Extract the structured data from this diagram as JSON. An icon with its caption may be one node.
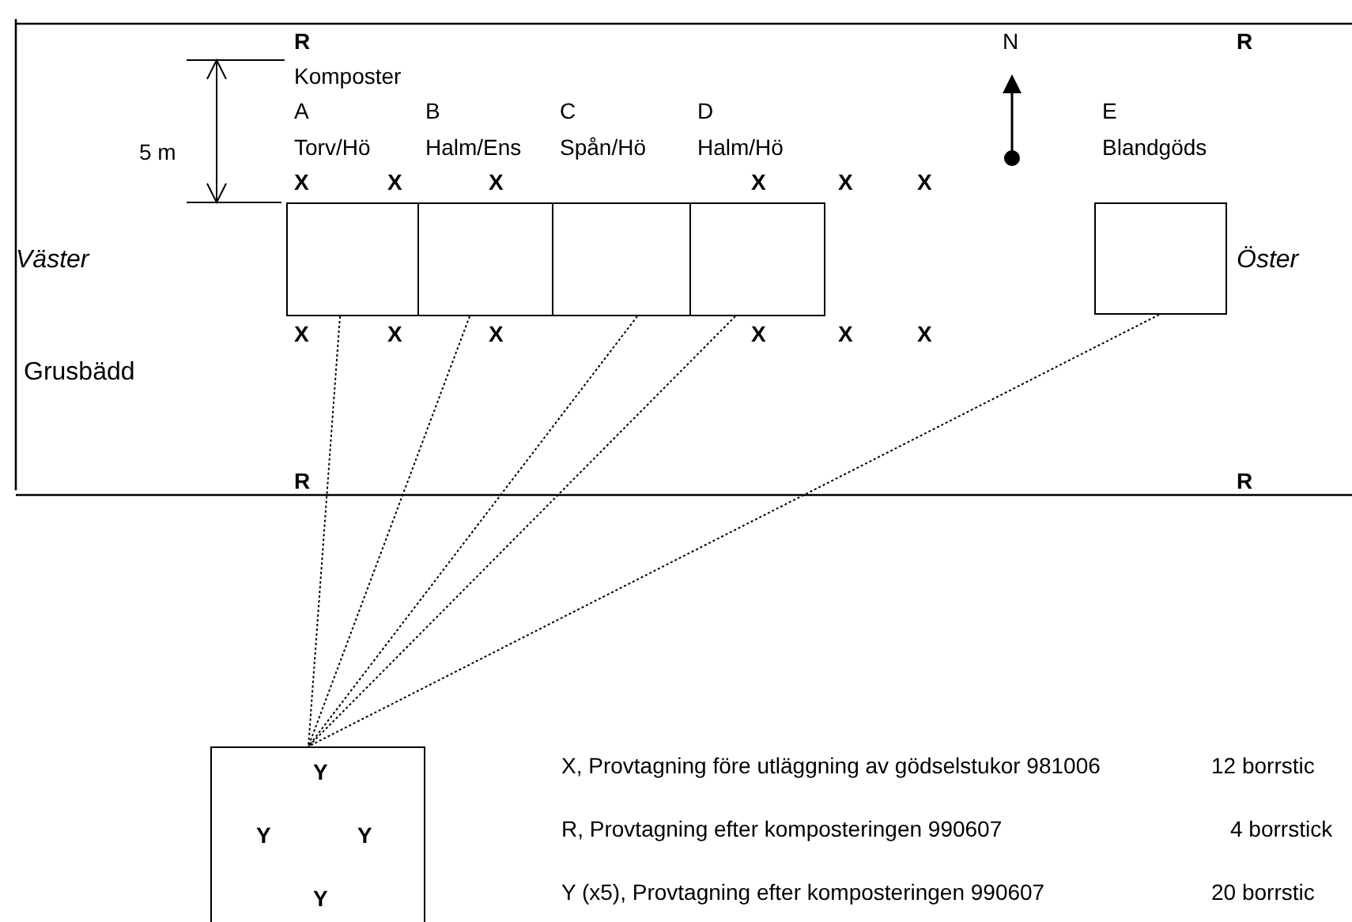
{
  "diagram": {
    "nodes": [
      {
        "text": [
          "A",
          "Torv/Hö"
        ]
      },
      {
        "text": [
          "B",
          "Halm/Ens"
        ]
      },
      {
        "text": [
          "C",
          "Spån/Hö"
        ]
      },
      {
        "text": [
          "D",
          "Halm/Hö"
        ]
      },
      {
        "text": [
          "E",
          "Blandgöds"
        ]
      },
      {
        "text": [
          "Y",
          "Y",
          "Y",
          "Y"
        ]
      }
    ],
    "edges": [
      {
        "from": 0,
        "to": 5,
        "arrow": "none"
      },
      {
        "from": 1,
        "to": 5,
        "arrow": "none"
      },
      {
        "from": 2,
        "to": 5,
        "arrow": "none"
      },
      {
        "from": 3,
        "to": 5,
        "arrow": "none"
      },
      {
        "from": 4,
        "to": 5,
        "arrow": "none"
      }
    ],
    "labels": [
      "R",
      "N",
      "R",
      "Komposter",
      "5 m",
      "X",
      "X",
      "X",
      "X",
      "X",
      "X",
      "Väster",
      "Öster",
      "X",
      "X",
      "X",
      "X",
      "X",
      "X",
      "Grusbädd",
      "R",
      "R",
      "X, Provtagning före utläggning av gödselstukor 981006",
      "12 borrstic",
      "R, Provtagning efter komposteringen 990607",
      "4 borrstick",
      "Y (x5), Provtagning efter komposteringen 990607",
      "20 borrstic"
    ]
  }
}
